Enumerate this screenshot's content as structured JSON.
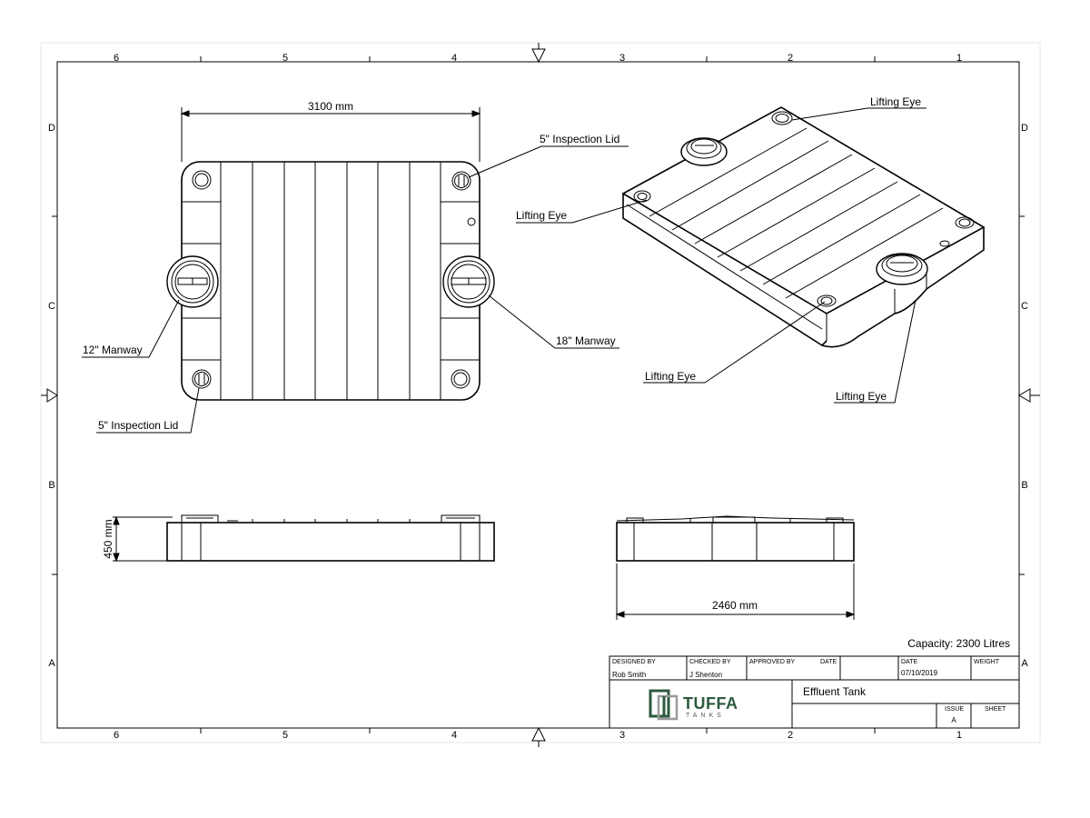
{
  "zones": {
    "columns": [
      "6",
      "5",
      "4",
      "3",
      "2",
      "1"
    ],
    "rows": [
      "D",
      "C",
      "B",
      "A"
    ]
  },
  "dimensions": {
    "top_width": "3100 mm",
    "height": "450 mm",
    "side_width": "2460 mm"
  },
  "callouts": {
    "inspection_lid_top": "5\" Inspection Lid",
    "inspection_lid_bottom": "5\" Inspection Lid",
    "manway_12": "12\" Manway",
    "manway_18": "18\" Manway",
    "lifting_eye_top": "Lifting Eye",
    "lifting_eye_left": "Lifting Eye",
    "lifting_eye_bottom_left": "Lifting Eye",
    "lifting_eye_bottom_right": "Lifting Eye"
  },
  "capacity": "Capacity: 2300 Litres",
  "title_block": {
    "designed_by_label": "DESIGNED BY",
    "designed_by": "Rob Smith",
    "checked_by_label": "CHECKED BY",
    "checked_by": "J Shenton",
    "approved_by_label": "APPROVED BY",
    "date_label_1": "DATE",
    "date_label_2": "DATE",
    "date": "07/10/2019",
    "weight_label": "WEIGHT",
    "title": "Effluent Tank",
    "issue_label": "ISSUE",
    "issue": "A",
    "sheet_label": "SHEET",
    "brand_name": "TUFFA",
    "brand_sub": "TANKS",
    "brand_color": "#2d5a3d"
  }
}
